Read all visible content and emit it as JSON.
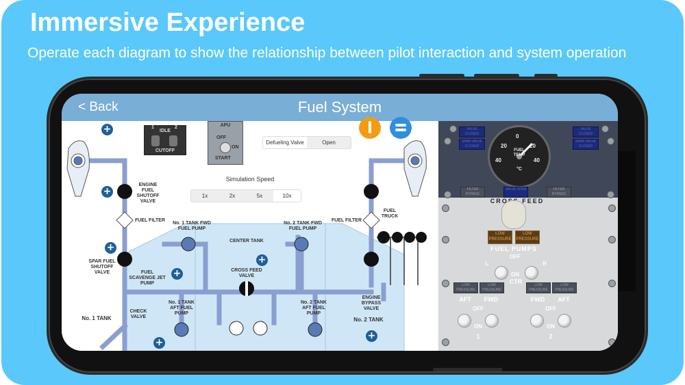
{
  "promo": {
    "headline": "Immersive Experience",
    "subline": "Operate each diagram to show the relationship between pilot interaction and system operation"
  },
  "nav": {
    "back_label": "< Back",
    "title": "Fuel System"
  },
  "controls": {
    "defueling_label": "Defueling Valve",
    "defueling_value": "Open",
    "sim_speed_label": "Simulation Speed",
    "speeds": [
      "1x",
      "2x",
      "5x",
      "10x"
    ],
    "selected_speed": "10x"
  },
  "apu_switch": {
    "top": "APU",
    "off": "OFF",
    "on": "ON",
    "start": "START"
  },
  "cutoff_switch": {
    "idle": "IDLE",
    "cutoff": "CUTOFF",
    "n1": "1",
    "n2": "2"
  },
  "diagram_labels": {
    "engine_fuel_shutoff": "ENGINE FUEL SHUTOFF VALVE",
    "fuel_filter_left": "FUEL FILTER",
    "fuel_filter_right": "FUEL FILTER",
    "fuel_truck": "FUEL TRUCK",
    "center_tank": "CENTER TANK",
    "no1_tank_fwd_pump": "No. 1 TANK FWD FUEL PUMP",
    "no2_tank_fwd_pump": "No. 2 TANK FWD FUEL PUMP",
    "spar_fuel_shutoff": "SPAR FUEL SHUTOFF VALVE",
    "scavenge_jet_pump": "FUEL SCAVENGE JET PUMP",
    "cross_feed_valve": "CROSS FEED VALVE",
    "check_valve": "CHECK VALVE",
    "no1_tank": "No. 1 TANK",
    "no2_tank": "No. 2 TANK",
    "no1_tank_aft_pump": "No. 1 TANK AFT FUEL PUMP",
    "no2_tank_aft_pump": "No. 2 TANK AFT FUEL PUMP",
    "engine_bypass_valve": "ENGINE BYPASS VALVE"
  },
  "panel": {
    "gauge": {
      "label_fuel": "FUEL",
      "label_temp": "TEMP",
      "unit": "°C",
      "ticks": [
        "0",
        "20",
        "40",
        "20",
        "40"
      ]
    },
    "valve_closed_left": "VALVE CLOSED",
    "spar_valve_closed_left": "SPAR VALVE CLOSED",
    "valve_closed_right": "VALVE CLOSED",
    "spar_valve_closed_right": "SPAR VALVE CLOSED",
    "filter_bypass_left": "FILTER BYPASS",
    "valve_open": "VALVE OPEN",
    "filter_bypass_right": "FILTER BYPASS",
    "crossfeed": "CROSS FEED",
    "low_pressure": "LOW PRESSURE",
    "fuel_pumps": "FUEL PUMPS",
    "off": "OFF",
    "on": "ON",
    "l": "L",
    "r": "R",
    "ctr": "CTR",
    "aft": "AFT",
    "fwd": "FWD",
    "one": "1",
    "two": "2"
  },
  "colors": {
    "background": "#5ac8fa",
    "navbar": "#79aed6",
    "pipe": "#8a9fd0",
    "tank_fill": "#cfe6f7",
    "amber": "#f0a64a",
    "orange_button": "#f39c12",
    "toggle_button": "#2e8fe0"
  }
}
